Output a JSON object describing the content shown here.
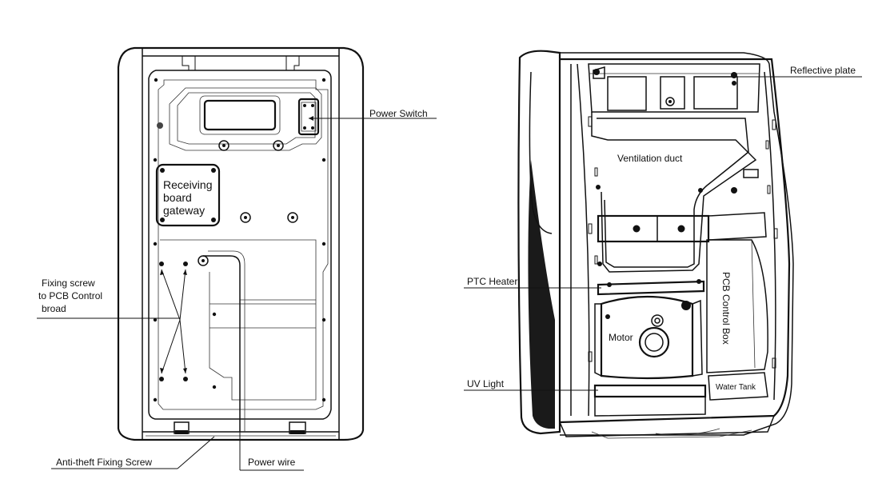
{
  "left_view": {
    "labels": {
      "power_switch": "Power Switch",
      "receiving_line1": "Receiving",
      "receiving_line2": "board",
      "receiving_line3": "gateway",
      "fixing_line1": "Fixing screw",
      "fixing_line2": "to PCB Control",
      "fixing_line3": "broad",
      "anti_theft": "Anti-theft Fixing Screw",
      "power_wire": "Power wire"
    }
  },
  "right_view": {
    "labels": {
      "reflective_plate": "Reflective plate",
      "ventilation_duct": "Ventilation duct",
      "ptc_heater": "PTC Heater",
      "pcb_control_box": "PCB Control Box",
      "motor": "Motor",
      "uv_light": "UV Light",
      "water_tank": "Water Tank"
    }
  }
}
